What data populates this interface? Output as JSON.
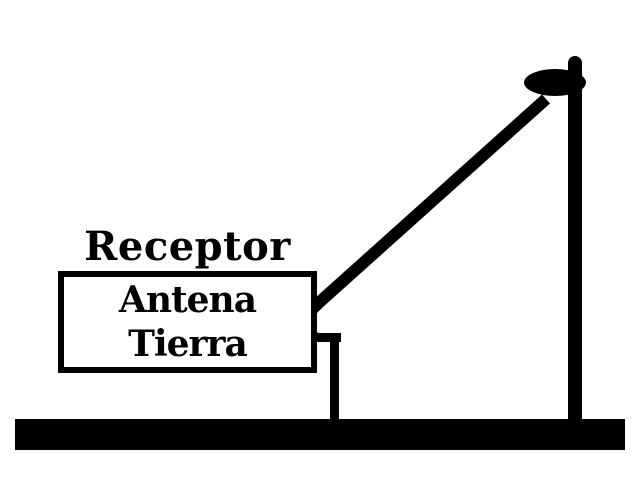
{
  "colors": {
    "ink": "#000000",
    "paper": "#ffffff"
  },
  "diagram": {
    "receiver_label": "Receptor",
    "terminals": {
      "antenna": "Antena",
      "ground": "Tierra"
    },
    "shapes": {
      "mast": "antenna-mast",
      "insulator": "insulator",
      "antenna_wire": "antenna-wire",
      "ground_wire": "ground-wire",
      "ground_line": "ground-line",
      "receiver_box": "receiver-box"
    }
  }
}
